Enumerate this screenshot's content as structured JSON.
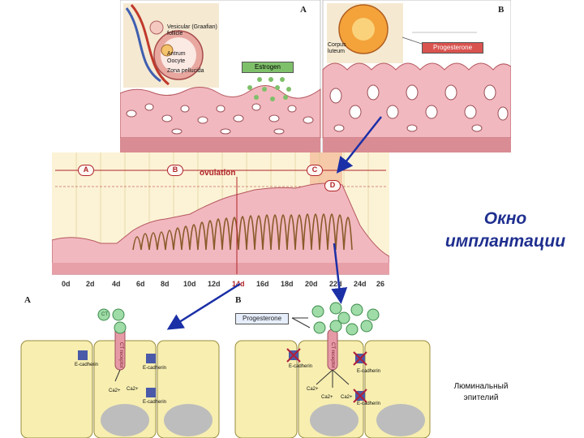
{
  "top_panels": {
    "left_label": "A",
    "right_label": "B",
    "follicle_labels": [
      "Vesicular (Graafian) follicle",
      "Antrum",
      "Oocyte",
      "Zona pellucida"
    ],
    "estrogen": "Estrogen",
    "corpus_luteum": "Corpus luteum",
    "progesterone": "Progesterone"
  },
  "cycle_chart": {
    "phases": [
      "A",
      "B",
      "C",
      "D"
    ],
    "ovulation_label": "ovulation",
    "days": [
      "0d",
      "2d",
      "4d",
      "6d",
      "8d",
      "10d",
      "12d",
      "14d",
      "16d",
      "18d",
      "20d",
      "22d",
      "24d",
      "26"
    ],
    "highlight_day": "14d"
  },
  "window_title": "Окно имплантации",
  "bottom_panels": {
    "left_label": "A",
    "right_label": "B",
    "ct_label": "CT",
    "receptor_label": "CT receptor",
    "progesterone": "Progesterone",
    "ecadherin": "E-cadherin",
    "ca_label": "Ca2+",
    "luminal_label": "Люминальный эпителий"
  },
  "colors": {
    "arrow": "#1b2fa6",
    "hormone_estrogen": "#7ec06a",
    "hormone_progesterone": "#d9534f",
    "endometrium": "#f2b8bf",
    "cell": "#f7eeb0"
  }
}
